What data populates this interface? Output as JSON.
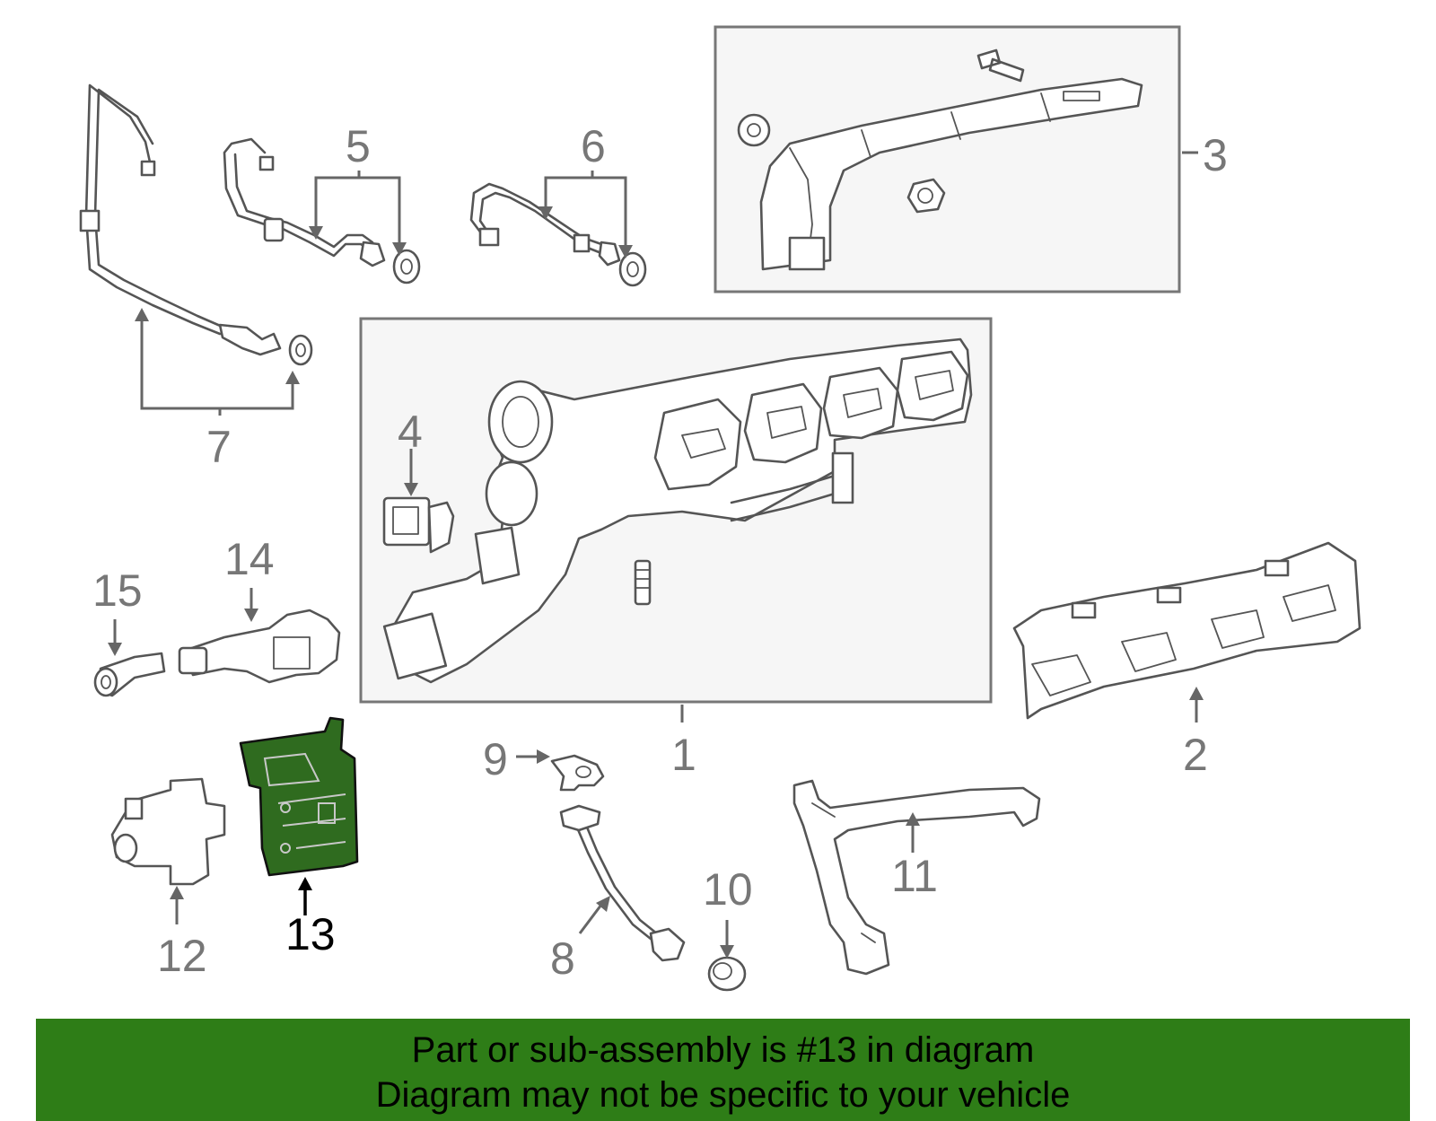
{
  "callouts": {
    "c1": "1",
    "c2": "2",
    "c3": "3",
    "c4": "4",
    "c5": "5",
    "c6": "6",
    "c7": "7",
    "c8": "8",
    "c9": "9",
    "c10": "10",
    "c11": "11",
    "c12": "12",
    "c13": "13",
    "c14": "14",
    "c15": "15"
  },
  "highlighted_part": "13",
  "colors": {
    "highlight_fill": "#2f6b1f",
    "banner": "#2e7d17",
    "callout": "#777777"
  },
  "banner": {
    "line1": "Part or sub-assembly is #13 in diagram",
    "line2": "Diagram may not be specific to your vehicle"
  }
}
